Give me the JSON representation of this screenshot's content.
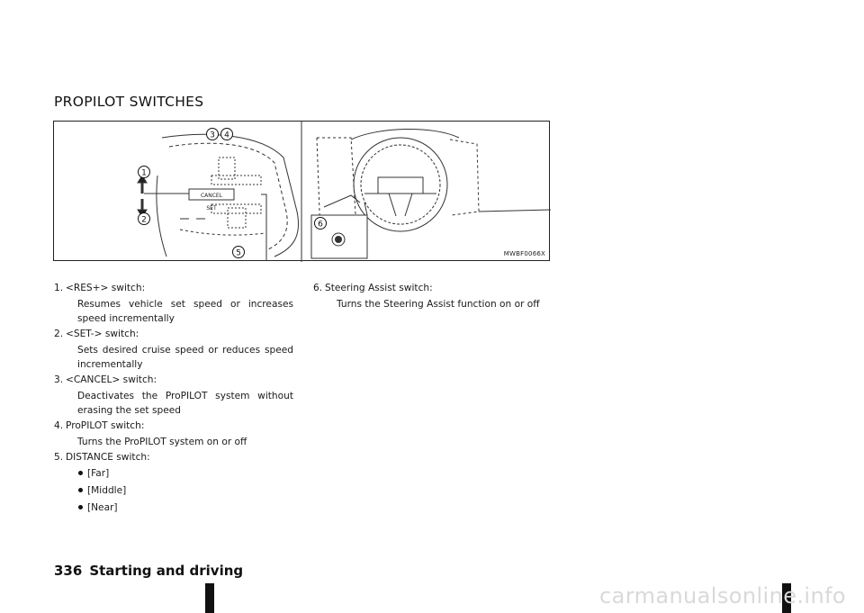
{
  "section_title": "PROPILOT SWITCHES",
  "figure": {
    "code": "MWBF0066X",
    "callouts": [
      "1",
      "2",
      "3",
      "4",
      "5",
      "6"
    ],
    "switch_labels": [
      "CANCEL",
      "SET"
    ]
  },
  "items": [
    {
      "num": "1.",
      "title": "<RES+> switch:",
      "desc": "Resumes vehicle set speed or increases speed incrementally"
    },
    {
      "num": "2.",
      "title": "<SET-> switch:",
      "desc": "Sets desired cruise speed or reduces speed incrementally"
    },
    {
      "num": "3.",
      "title": "<CANCEL> switch:",
      "desc": "Deactivates the ProPILOT system without erasing the set speed"
    },
    {
      "num": "4.",
      "title": "ProPILOT switch:",
      "desc": "Turns the ProPILOT system on or off"
    },
    {
      "num": "5.",
      "title": "DISTANCE switch:",
      "bullets": [
        "[Far]",
        "[Middle]",
        "[Near]"
      ]
    },
    {
      "num": "6.",
      "title": "Steering Assist switch:",
      "desc": "Turns the Steering Assist function on or off"
    }
  ],
  "footer": {
    "page_number": "336",
    "section": "Starting and driving"
  },
  "watermark": "carmanualsonline.info"
}
